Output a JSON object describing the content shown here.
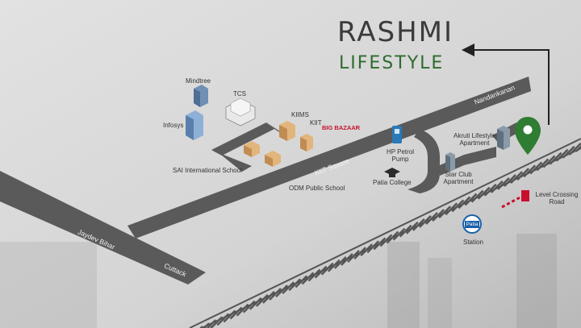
{
  "brand": {
    "line1": "RASHMI",
    "line2": "LIFESTYLE",
    "accent": "#2e6b2e"
  },
  "landmarks": {
    "mindtree": "Mindtree",
    "tcs": "TCS",
    "infosys": "Infosys",
    "kiims": "KIIMS",
    "kiit": "KIIT",
    "bigbazaar": "BIG BAZAAR",
    "sai_school": "SAI International School",
    "odm_school": "ODM Public School",
    "hp_petrol_l1": "HP Petrol",
    "hp_petrol_l2": "Pump",
    "patia_college": "Patia College",
    "akruti_l1": "Akruti Lifestyle",
    "akruti_l2": "Apartment",
    "star_club_l1": "Star Club",
    "star_club_l2": "Apartment",
    "level_crossing_l1": "Level Crossing",
    "level_crossing_l2": "Road",
    "station": "Station",
    "station_badge": "Patia"
  },
  "roads": {
    "nandankanan": "Nandankanan",
    "kiit_square": "KIIT Square",
    "jaydev_bihar": "Jaydev Bihar",
    "cuttack": "Cuttack"
  },
  "colors": {
    "road": "#5a5a5a",
    "background": "#d8d8d8",
    "pin": "#2e7d32",
    "arrow": "#222222",
    "railway_sleeper": "#555555"
  },
  "icons": [
    "location-pin-icon",
    "arrow-icon",
    "railway-track",
    "building-icon",
    "petrol-pump-icon",
    "graduation-cap-icon",
    "level-crossing-icon",
    "station-icon"
  ]
}
